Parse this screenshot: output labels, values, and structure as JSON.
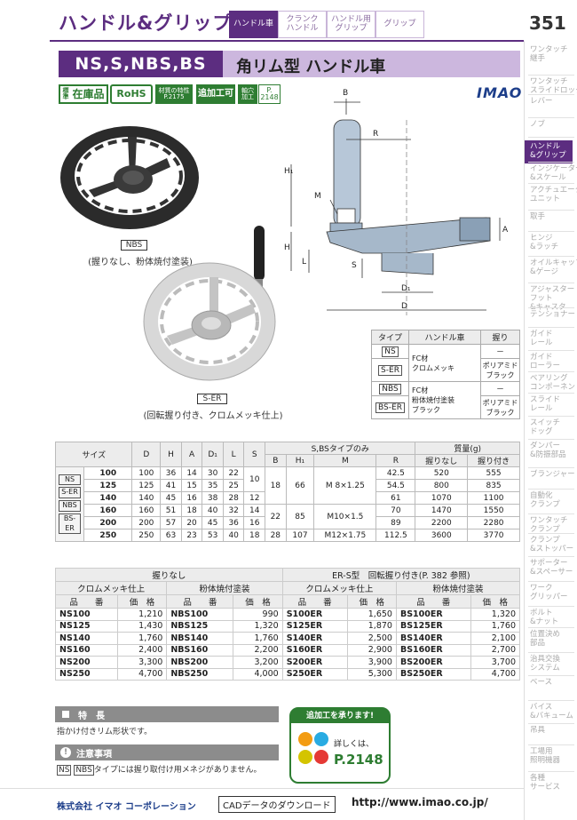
{
  "header": {
    "title": "ハンドル&グリップ",
    "tabs": [
      "ハンドル車",
      "クランク\nハンドル",
      "ハンドル用\nグリップ",
      "グリップ"
    ],
    "page": "351"
  },
  "sidebar": [
    "ワンタッチ\n継手",
    "ワンタッチ\nスライドロック",
    "レバー",
    "ノブ",
    "ハンドル\n&グリップ",
    "インジケーター\n&スケール",
    "アクチュエータ\nユニット",
    "取手",
    "ヒンジ\n&ラッチ",
    "オイルキャップ\n&ゲージ",
    "アジャスター\nフット\n&キャスタ",
    "テンショナー",
    "ガイド\nレール",
    "ガイド\nローラー",
    "ベアリング\nコンポーネント",
    "スライド\nレール",
    "スイッチ\nドッグ",
    "ダンパー\n&防振部品",
    "ブランジャー",
    "自動化\nクランプ",
    "ワンタッチ\nクランプ",
    "クランプ\n&ストッパー",
    "サポーター\n&スペーサー",
    "ワーク\nグリッパー",
    "ボルト\n&ナット",
    "位置決め\n部品",
    "治具交換\nシステム",
    "ベース",
    "バイス\n&バキューム",
    "吊具",
    "工場用\n照明機器",
    "各種\nサービス"
  ],
  "product": {
    "code": "NS,S,NBS,BS",
    "name": "角リム型 ハンドル車"
  },
  "badges": {
    "stock": "在庫品",
    "stock_small": "標準",
    "rohs": "RoHS",
    "material": "材質の特性\nP.2175",
    "extra": "追加工可",
    "shaft": "軸穴\n加工",
    "shaft_page": "P.\n2148",
    "brand": "IMAO"
  },
  "captions": {
    "nbs_code": "NBS",
    "nbs": "(握りなし、粉体焼付塗装)",
    "ser_code": "S-ER",
    "ser": "(回転握り付き、クロムメッキ仕上)"
  },
  "dims": {
    "B": "B",
    "R": "R",
    "H1": "H₁",
    "M": "M",
    "H": "H",
    "A": "A",
    "L": "L",
    "S": "S",
    "D1": "D₁",
    "D": "D"
  },
  "type_table": {
    "headers": [
      "タイプ",
      "ハンドル車",
      "握り"
    ],
    "rows": [
      [
        "NS",
        "FC材\nクロムメッキ",
        "－"
      ],
      [
        "S-ER",
        "",
        "ポリアミド\nブラック"
      ],
      [
        "NBS",
        "FC材\n粉体焼付塗装\nブラック",
        "－"
      ],
      [
        "BS-ER",
        "",
        "ポリアミド\nブラック"
      ]
    ]
  },
  "spec": {
    "h_size": "サイズ",
    "cols": [
      "D",
      "H",
      "A",
      "D₁",
      "L",
      "S"
    ],
    "h_group": "S,BSタイプのみ",
    "group_cols": [
      "B",
      "H₁",
      "M",
      "R"
    ],
    "h_mass": "質量(g)",
    "mass_cols": [
      "握りなし",
      "握り付き"
    ],
    "types": [
      "NS",
      "S-ER",
      "NBS",
      "BS-ER"
    ],
    "rows": [
      [
        "100",
        "100",
        "36",
        "14",
        "30",
        "22",
        "10",
        "42.5",
        "520",
        "555"
      ],
      [
        "125",
        "125",
        "41",
        "15",
        "35",
        "25",
        "",
        "54.5",
        "800",
        "835"
      ],
      [
        "140",
        "140",
        "45",
        "16",
        "38",
        "28",
        "12",
        "61",
        "1070",
        "1100"
      ],
      [
        "160",
        "160",
        "51",
        "18",
        "40",
        "32",
        "14",
        "70",
        "1470",
        "1550"
      ],
      [
        "200",
        "200",
        "57",
        "20",
        "45",
        "36",
        "16",
        "89",
        "2200",
        "2280"
      ],
      [
        "250",
        "250",
        "63",
        "23",
        "53",
        "40",
        "18",
        "112.5",
        "3600",
        "3770"
      ]
    ],
    "bhm": [
      [
        "18",
        "66",
        "M 8×1.25"
      ],
      [
        "22",
        "85",
        "M10×1.5"
      ],
      [
        "28",
        "107",
        "M12×1.75"
      ]
    ]
  },
  "price": {
    "h_none": "握りなし",
    "h_er": "ER-S型　回転握り付き(P. 382 参照)",
    "h_chrome": "クロムメッキ仕上",
    "h_paint": "粉体焼付塗装",
    "h_code": "品　　番",
    "h_price": "価　格",
    "rows": [
      [
        "NS100",
        "1,210",
        "NBS100",
        "990",
        "S100ER",
        "1,650",
        "BS100ER",
        "1,320"
      ],
      [
        "NS125",
        "1,430",
        "NBS125",
        "1,320",
        "S125ER",
        "1,870",
        "BS125ER",
        "1,760"
      ],
      [
        "NS140",
        "1,760",
        "NBS140",
        "1,760",
        "S140ER",
        "2,500",
        "BS140ER",
        "2,100"
      ],
      [
        "NS160",
        "2,400",
        "NBS160",
        "2,200",
        "S160ER",
        "2,900",
        "BS160ER",
        "2,700"
      ],
      [
        "NS200",
        "3,300",
        "NBS200",
        "3,200",
        "S200ER",
        "3,900",
        "BS200ER",
        "3,700"
      ],
      [
        "NS250",
        "4,700",
        "NBS250",
        "4,000",
        "S250ER",
        "5,300",
        "BS250ER",
        "4,700"
      ]
    ]
  },
  "features": {
    "title": "特　長",
    "text": "指かけ付きリム形状です。"
  },
  "notes": {
    "title": "注意事項",
    "t1": "NS",
    "t2": "NBS",
    "text": "タイプには握り取付け用メネジがありません。"
  },
  "promo": {
    "title": "追加工を承ります!",
    "detail": "詳しくは、",
    "page": "P.2148"
  },
  "footer": {
    "company": "株式会社 イマオ コーポレーション",
    "download": "CADデータのダウンロード",
    "url": "http://www.imao.co.jp/"
  },
  "colors": {
    "brand": "#5c2d80",
    "band": "#ccb7de",
    "green": "#2e7d32"
  }
}
